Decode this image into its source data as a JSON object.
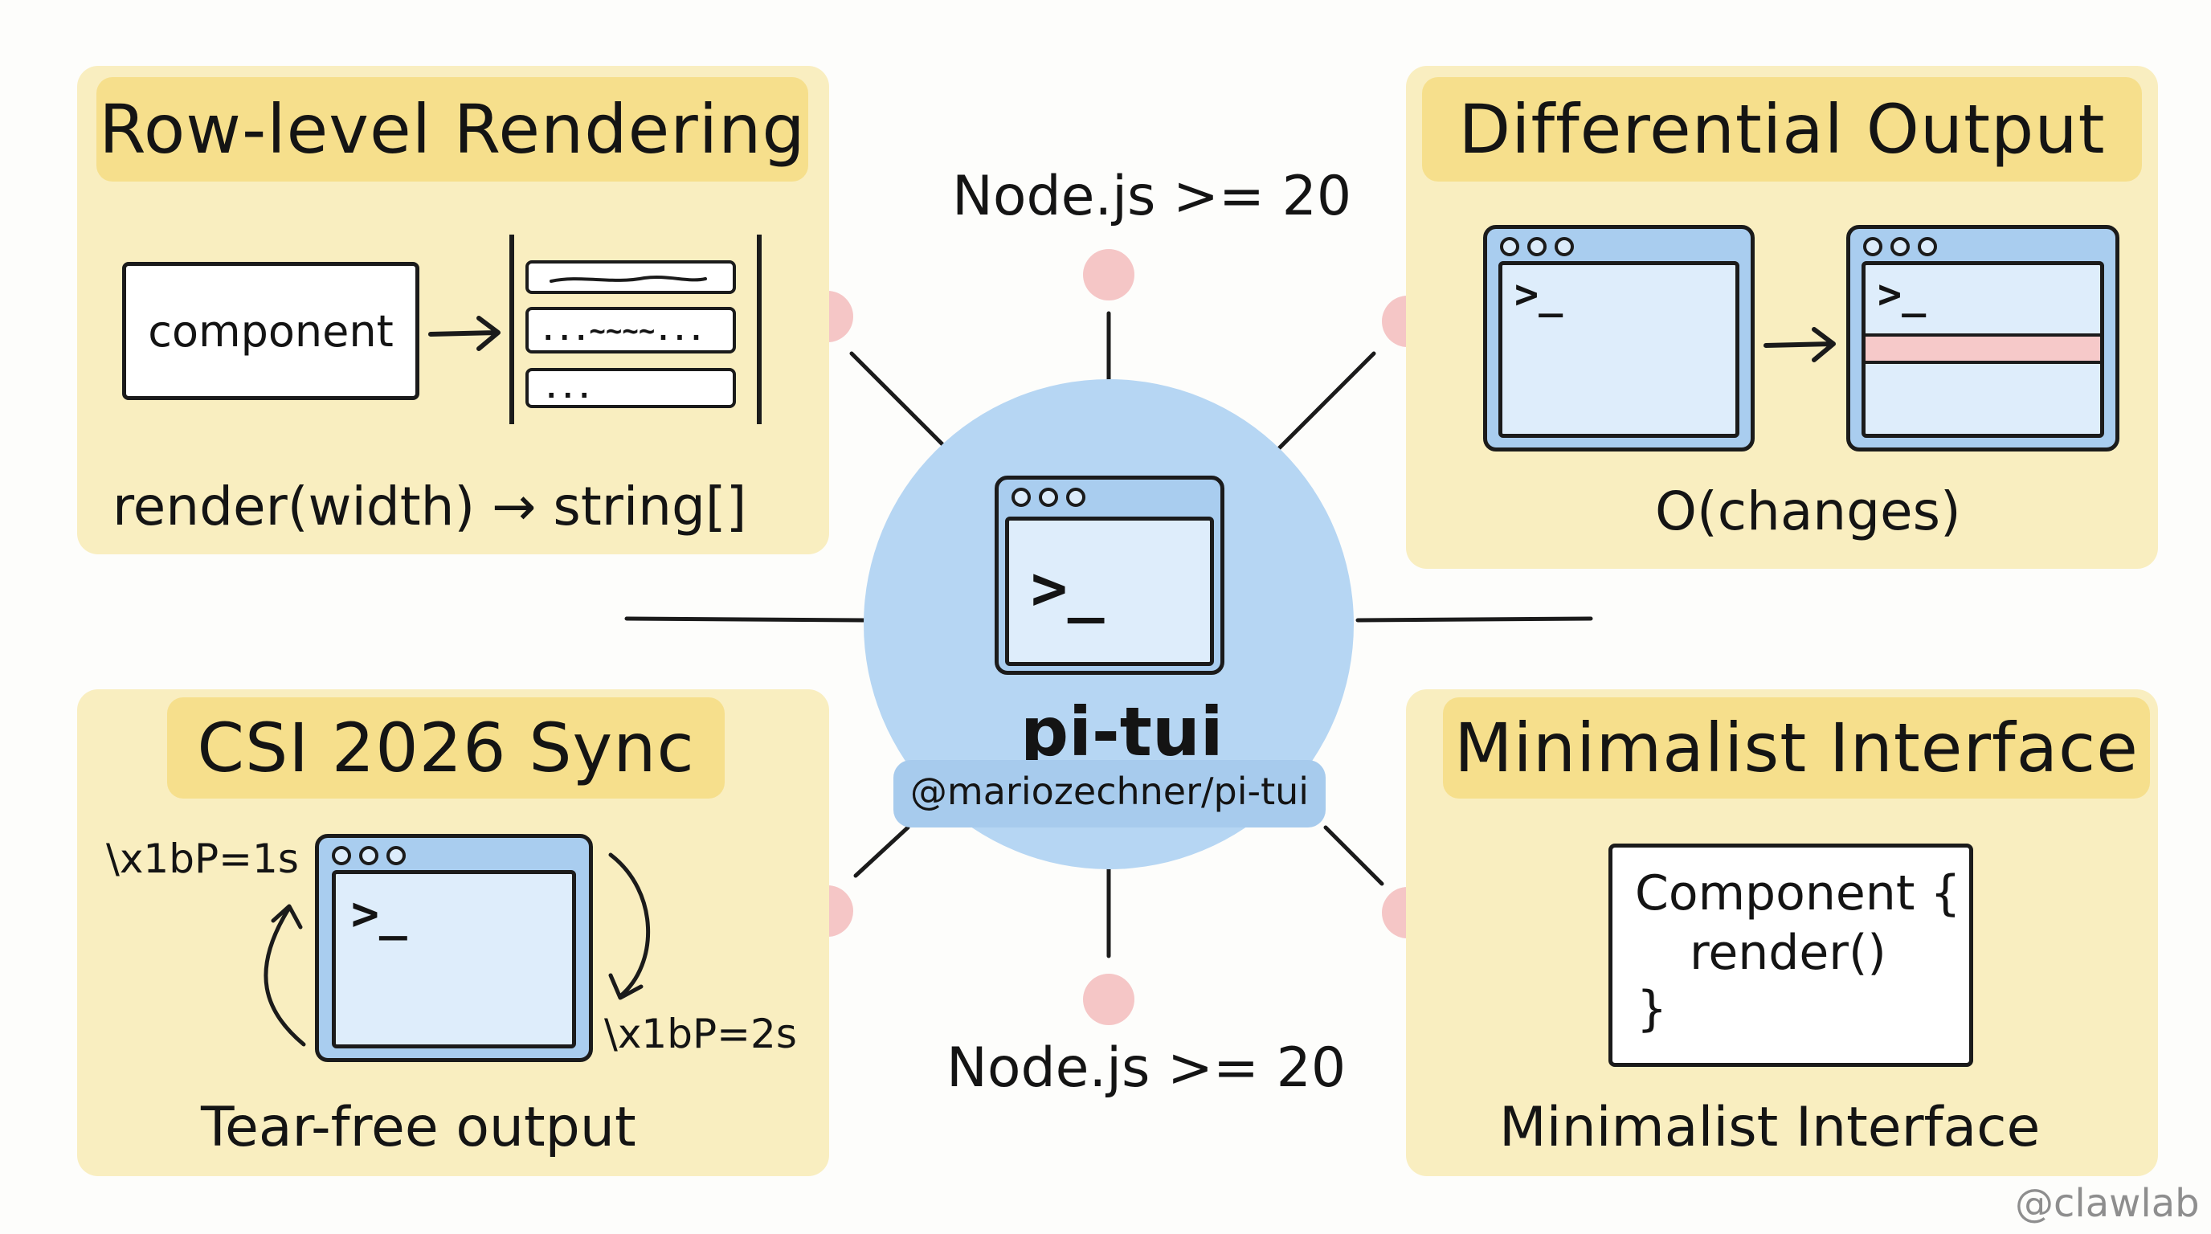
{
  "center": {
    "title": "pi-tui",
    "package": "@mariozechner/pi-tui",
    "prompt": ">_"
  },
  "top_label": "Node.js >= 20",
  "bottom_label": "Node.js >= 20",
  "cards": {
    "row_level": {
      "title": "Row-level Rendering",
      "component_label": "component",
      "row2_text": "...~~~~...",
      "row3_text": "...",
      "caption": "render(width) → string[]"
    },
    "differential": {
      "title": "Differential Output",
      "prompt_left": ">_",
      "prompt_right": ">_",
      "caption": "O(changes)"
    },
    "csi_sync": {
      "title": "CSI 2026 Sync",
      "begin_seq": "\\x1bP=1s",
      "end_seq": "\\x1bP=2s",
      "prompt": ">_",
      "caption": "Tear-free output"
    },
    "minimalist": {
      "title": "Minimalist Interface",
      "code_line1": "Component {",
      "code_line2": "render()",
      "code_line3": "}",
      "caption": "Minimalist Interface"
    }
  },
  "watermark": "@clawlab",
  "colors": {
    "card_bg": "#f9eec0",
    "title_band": "#f6df8c",
    "hub": "#b6d6f3",
    "connector_dot": "#f5c6c6",
    "highlight_row": "#f6c9c9"
  }
}
